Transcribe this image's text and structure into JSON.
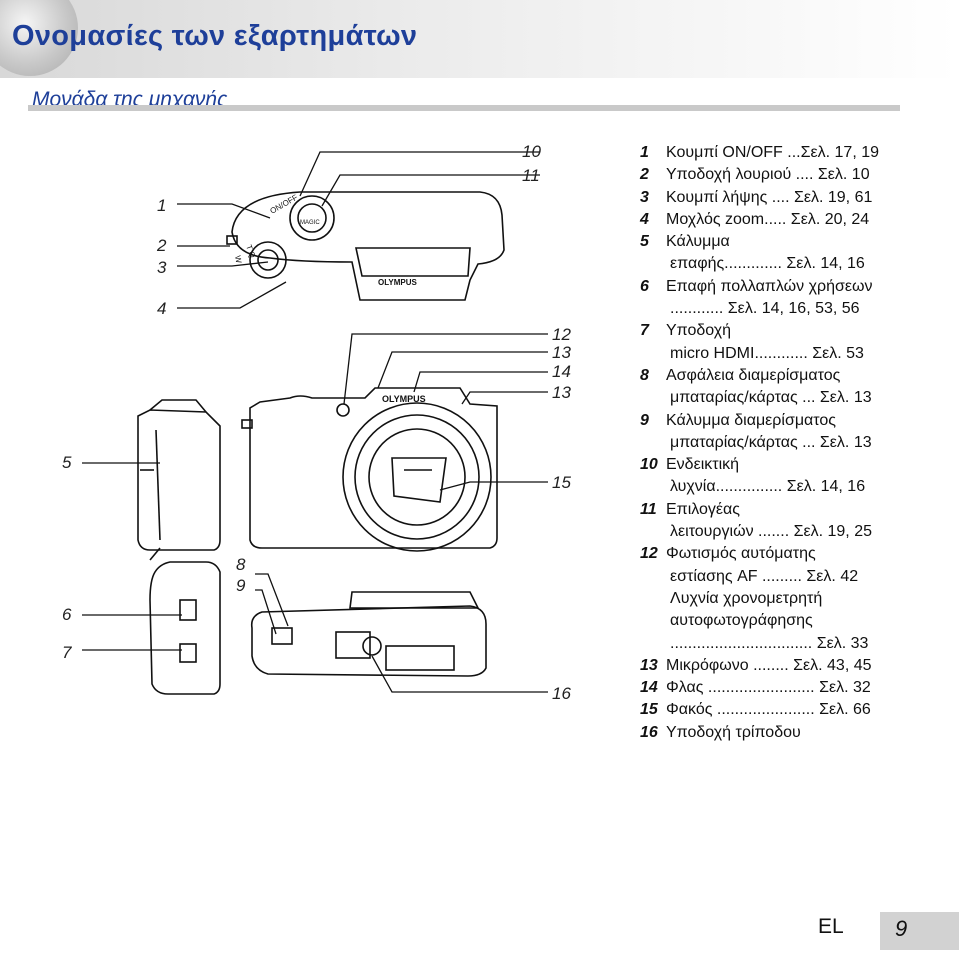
{
  "header": {
    "title": "Ονομασίες των εξαρτημάτων",
    "section": "Μονάδα της μηχανής"
  },
  "diagram": {
    "callouts": [
      "1",
      "2",
      "3",
      "4",
      "5",
      "6",
      "7",
      "8",
      "9",
      "10",
      "11",
      "12",
      "13",
      "14",
      "13",
      "15",
      "16"
    ],
    "brand_text": "OLYMPUS",
    "button_labels": {
      "power": "ON/OFF",
      "wide": "W",
      "tele": "T Q",
      "magic": "MAGIC"
    }
  },
  "legend": [
    {
      "n": "1",
      "lines": [
        "Κουμπί ON/OFF ...Σελ. 17, 19"
      ]
    },
    {
      "n": "2",
      "lines": [
        "Υποδοχή λουριού .... Σελ. 10"
      ]
    },
    {
      "n": "3",
      "lines": [
        "Κουμπί λήψης .... Σελ. 19, 61"
      ]
    },
    {
      "n": "4",
      "lines": [
        "Μοχλός zoom..... Σελ. 20, 24"
      ]
    },
    {
      "n": "5",
      "lines": [
        "Κάλυμμα",
        "επαφής............. Σελ. 14, 16"
      ]
    },
    {
      "n": "6",
      "lines": [
        "Επαφή πολλαπλών χρήσεων",
        "............ Σελ. 14, 16, 53, 56"
      ]
    },
    {
      "n": "7",
      "lines": [
        "Υποδοχή",
        "micro HDMI............ Σελ. 53"
      ]
    },
    {
      "n": "8",
      "lines": [
        "Ασφάλεια διαμερίσματος",
        "μπαταρίας/κάρτας ... Σελ. 13"
      ]
    },
    {
      "n": "9",
      "lines": [
        "Κάλυμμα διαμερίσματος",
        "μπαταρίας/κάρτας ... Σελ. 13"
      ]
    },
    {
      "n": "10",
      "lines": [
        "Ενδεικτική",
        "λυχνία............... Σελ. 14, 16"
      ]
    },
    {
      "n": "11",
      "lines": [
        "Επιλογέας",
        "λειτουργιών ....... Σελ. 19, 25"
      ]
    },
    {
      "n": "12",
      "lines": [
        "Φωτισμός αυτόματης",
        "εστίασης AF ......... Σελ. 42",
        "Λυχνία χρονομετρητή",
        "αυτοφωτογράφησης",
        "................................ Σελ. 33"
      ]
    },
    {
      "n": "13",
      "lines": [
        "Μικρόφωνο ........ Σελ. 43, 45"
      ]
    },
    {
      "n": "14",
      "lines": [
        "Φλας ........................ Σελ. 32"
      ]
    },
    {
      "n": "15",
      "lines": [
        "Φακός ...................... Σελ. 66"
      ]
    },
    {
      "n": "16",
      "lines": [
        "Υποδοχή τρίποδου"
      ]
    }
  ],
  "footer": {
    "lang": "EL",
    "page": "9"
  }
}
